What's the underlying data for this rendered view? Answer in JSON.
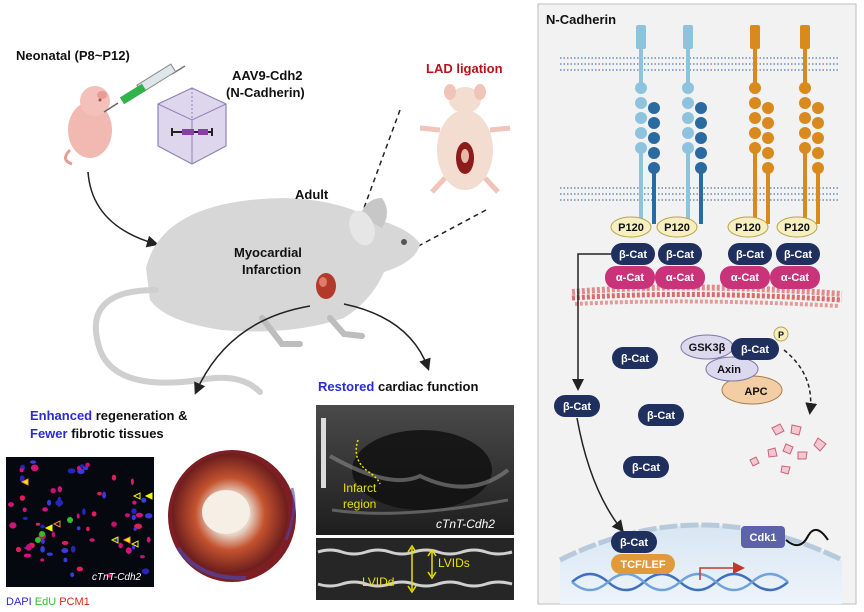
{
  "left": {
    "neonatal_label": "Neonatal (P8~P12)",
    "aav_label_line1": "AAV9-Cdh2",
    "aav_label_line2": "(N-Cadherin)",
    "lad_label": "LAD ligation",
    "adult_label": "Adult",
    "mi_label_line1": "Myocardial",
    "mi_label_line2": "Infarction",
    "enhanced_word": "Enhanced",
    "enhanced_rest": " regeneration &",
    "fewer_word": "Fewer",
    "fewer_rest": " fibrotic tissues",
    "restored_word": "Restored",
    "restored_rest": " cardiac function",
    "micro_caption": "cTnT-Cdh2",
    "stain_dapi": "DAPI",
    "stain_edu": "EdU",
    "stain_pcm1": "PCM1",
    "echo_infarct_line1": "Infarct",
    "echo_infarct_line2": "region",
    "echo_caption": "cTnT-Cdh2",
    "lvids": "LVIDs",
    "lvidd": "LVIDd"
  },
  "right": {
    "title": "N-Cadherin",
    "p120": "P120",
    "beta_cat": "β-Cat",
    "alpha_cat": "α-Cat",
    "gsk3b": "GSK3β",
    "axin": "Axin",
    "apc": "APC",
    "phospho": "P",
    "tcf_lef": "TCF/LEF",
    "cdk1": "Cdk1"
  },
  "colors": {
    "enhanced": "#2b2bd6",
    "lad": "#b5121b",
    "edu": "#2fbf2f",
    "pcm1": "#e0221e",
    "dapi": "#2b2bd6",
    "beta_cat": "#1f2f5e",
    "alpha_cat": "#c8337a",
    "p120": "#f5efc2",
    "light_cadherin": "#8ec3de",
    "orange_cadherin": "#d98a1e",
    "apc": "#f3cda4",
    "axin": "#dcd9ef"
  }
}
